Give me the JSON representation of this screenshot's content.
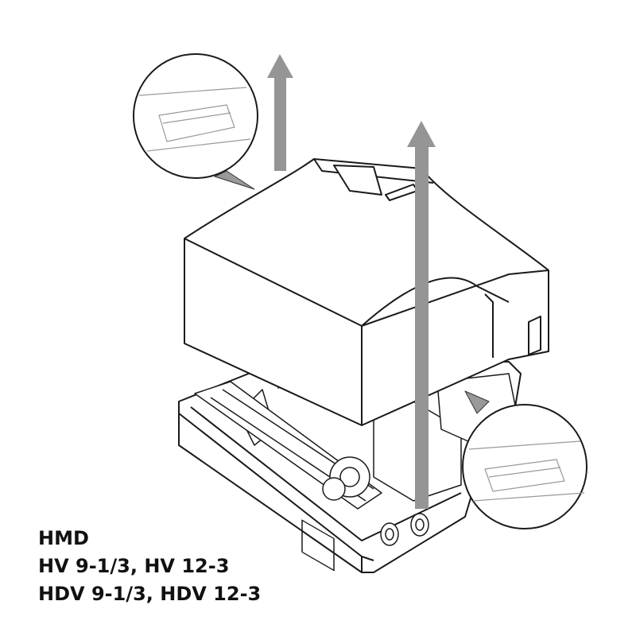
{
  "models": {
    "line1": "HMD",
    "line2": "HV 9-1/3, HV 12-3",
    "line3": "HDV 9-1/3, HDV 12-3"
  },
  "colors": {
    "arrow": "#959595",
    "line": "#1a1a1a"
  }
}
